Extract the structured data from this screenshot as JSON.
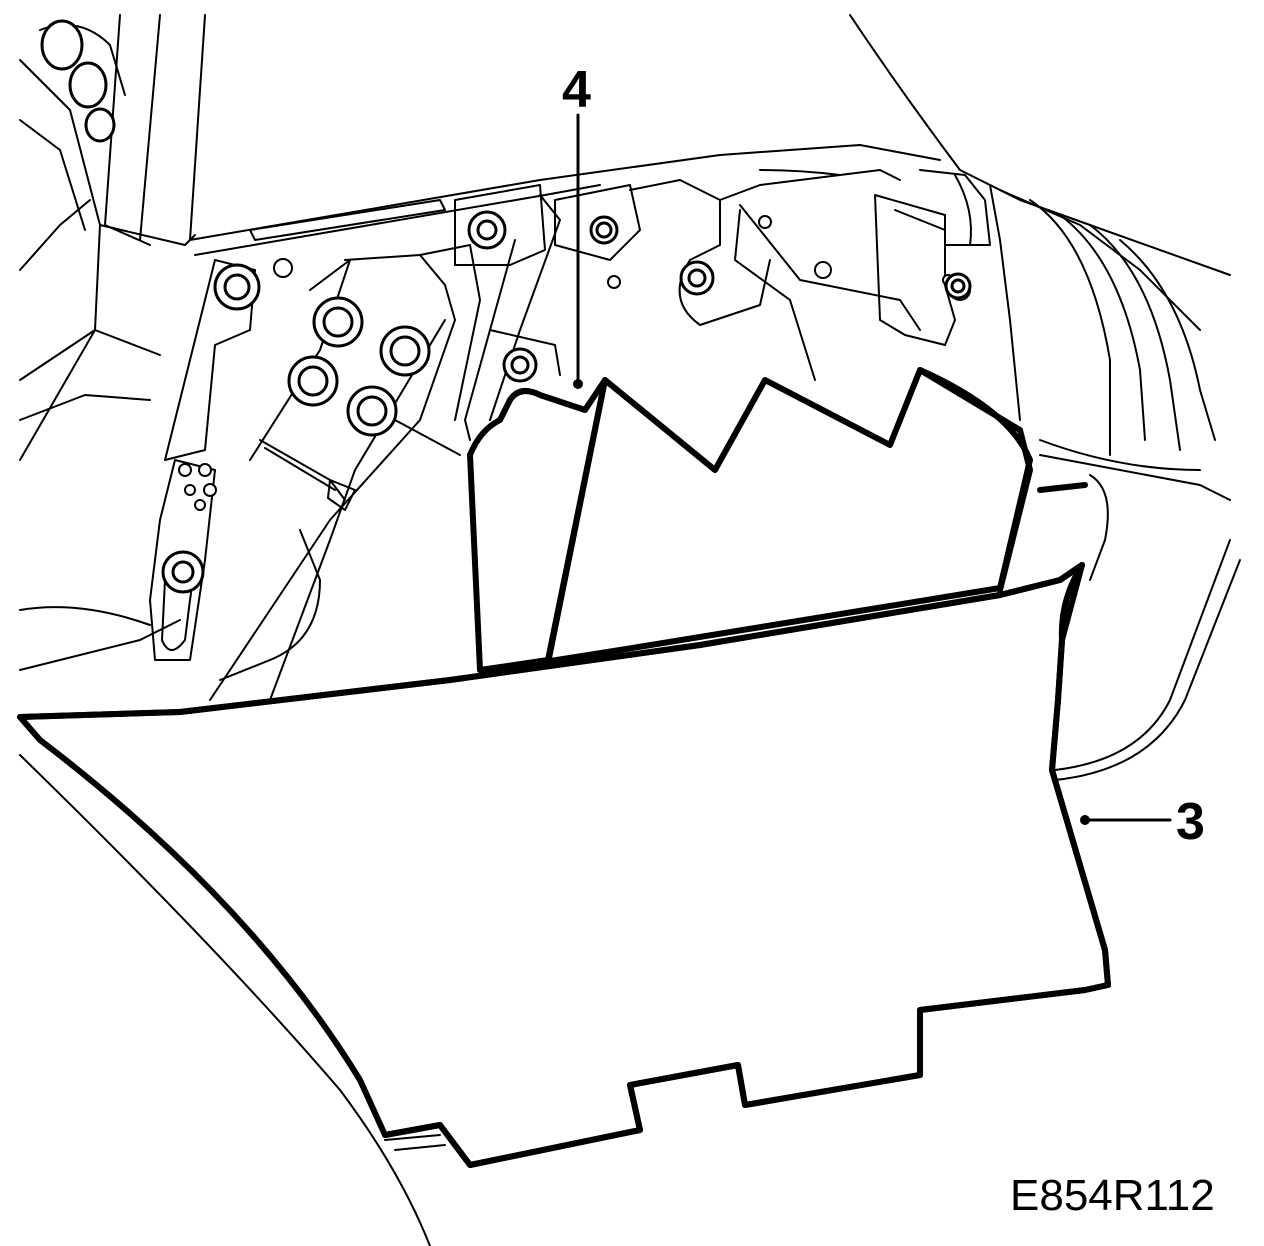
{
  "callouts": {
    "part_4": "4",
    "part_3": "3"
  },
  "figure_code": "E854R112"
}
